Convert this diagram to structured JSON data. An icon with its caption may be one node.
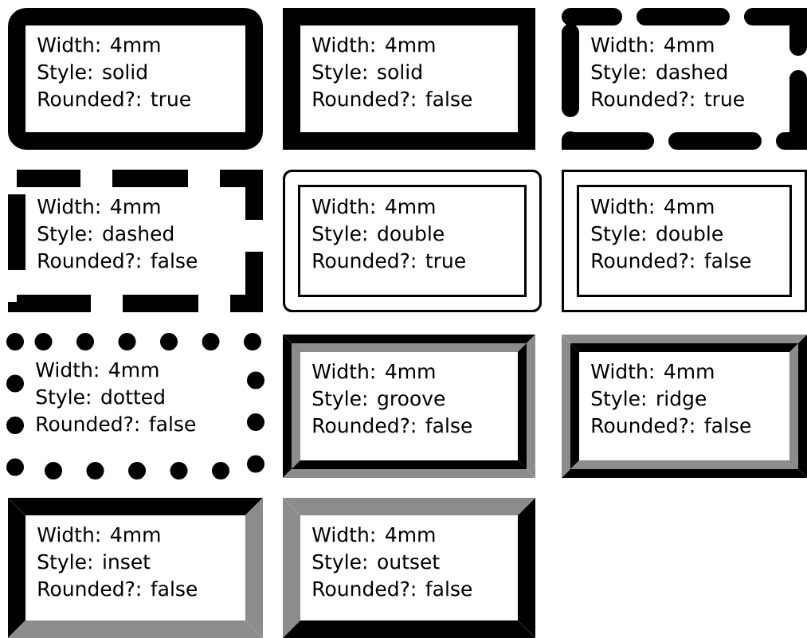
{
  "diagram": {
    "nodes": [
      {
        "text": [
          "Width: 4mm",
          "Style: solid",
          "Rounded?: true"
        ]
      },
      {
        "text": [
          "Width: 4mm",
          "Style: solid",
          "Rounded?: false"
        ]
      },
      {
        "text": [
          "Width: 4mm",
          "Style: dashed",
          "Rounded?: true"
        ]
      },
      {
        "text": [
          "Width: 4mm",
          "Style: dashed",
          "Rounded?: false"
        ]
      },
      {
        "text": [
          "Width: 4mm",
          "Style: double",
          "Rounded?: true"
        ]
      },
      {
        "text": [
          "Width: 4mm",
          "Style: double",
          "Rounded?: false"
        ]
      },
      {
        "text": [
          "Width: 4mm",
          "Style: dotted",
          "Rounded?: false"
        ]
      },
      {
        "text": [
          "Width: 4mm",
          "Style: groove",
          "Rounded?: false"
        ]
      },
      {
        "text": [
          "Width: 4mm",
          "Style: ridge",
          "Rounded?: false"
        ]
      },
      {
        "text": [
          "Width: 4mm",
          "Style: inset",
          "Rounded?: false"
        ]
      },
      {
        "text": [
          "Width: 4mm",
          "Style: outset",
          "Rounded?: false"
        ]
      }
    ]
  }
}
